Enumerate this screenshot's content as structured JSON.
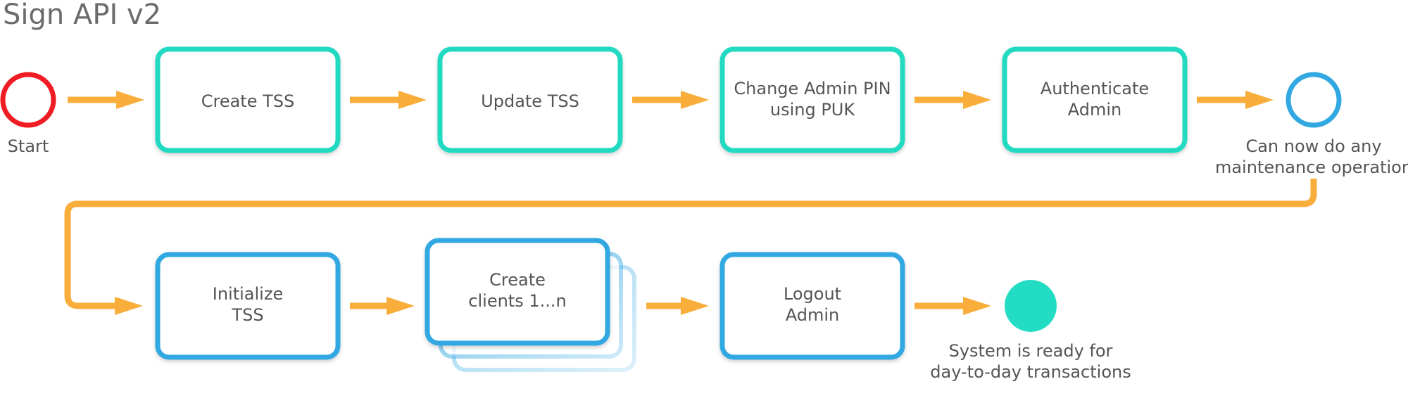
{
  "title": "Sign API v2",
  "colors": {
    "setup": "#22d9c2",
    "operation": "#32a8e2",
    "arrow": "#f9ae3b",
    "start": "#ef1c24",
    "end": "#22dcc3",
    "text": "#555555"
  },
  "row1": {
    "start_label": "Start",
    "steps": [
      {
        "lines": [
          "Create  TSS"
        ]
      },
      {
        "lines": [
          "Update TSS"
        ]
      },
      {
        "lines": [
          "Change Admin PIN",
          "using PUK"
        ]
      },
      {
        "lines": [
          "Authenticate",
          "Admin"
        ]
      }
    ],
    "milestone_label": [
      "Can now do any",
      "maintenance operation"
    ]
  },
  "row2": {
    "steps": [
      {
        "lines": [
          "Initialize",
          "TSS"
        ]
      },
      {
        "lines": [
          "Create",
          "clients 1...n"
        ],
        "stacked": true
      },
      {
        "lines": [
          "Logout",
          "Admin"
        ]
      }
    ],
    "end_label": [
      "System is ready for",
      "day-to-day transactions"
    ]
  }
}
